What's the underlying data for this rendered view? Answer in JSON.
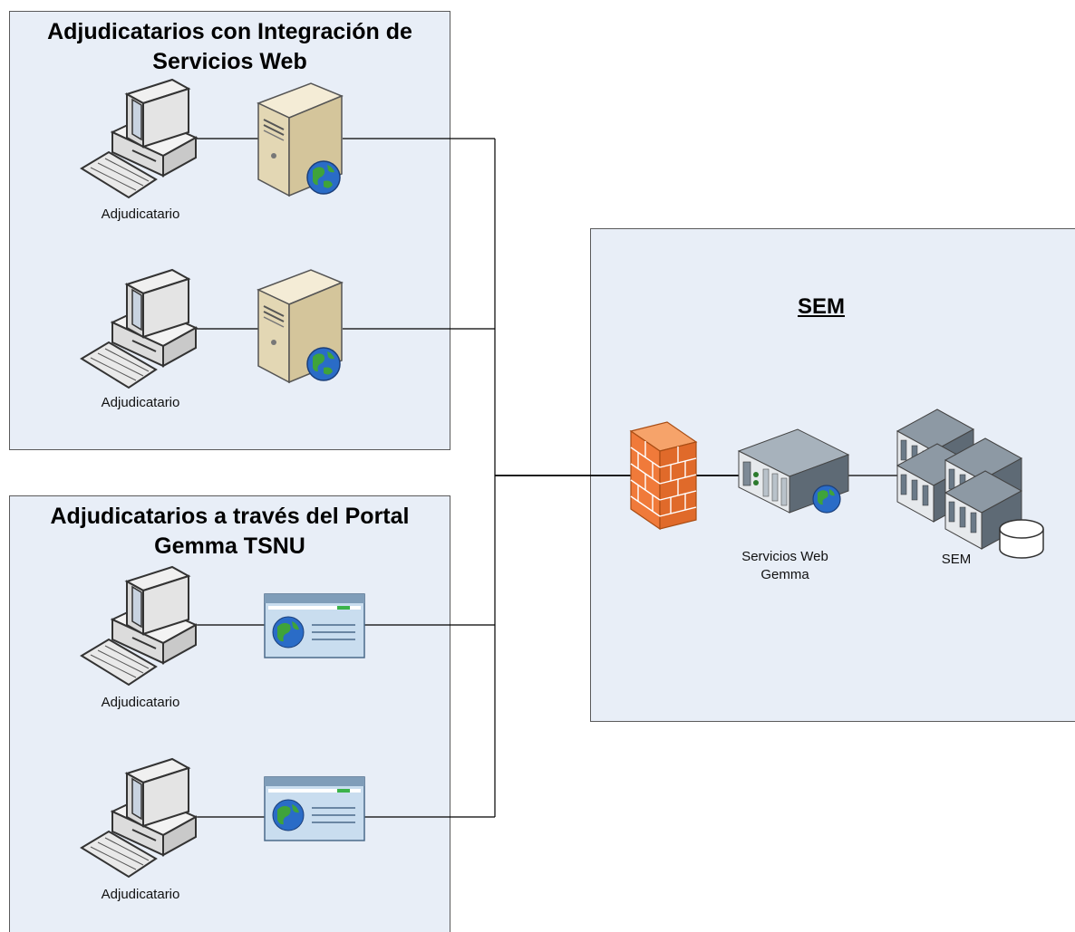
{
  "groups": {
    "web_services": {
      "title": "Adjudicatarios con Integración de Servicios Web"
    },
    "portal": {
      "title": "Adjudicatarios a través del Portal Gemma TSNU"
    },
    "sem": {
      "title": "SEM"
    }
  },
  "labels": {
    "client_1": "Adjudicatario",
    "client_2": "Adjudicatario",
    "client_3": "Adjudicatario",
    "client_4": "Adjudicatario",
    "web_services_gemma": "Servicios Web Gemma",
    "sem_servers": "SEM"
  },
  "icons": {
    "workstation": "workstation-icon",
    "web_server": "web-server-icon",
    "web_page": "web-page-icon",
    "firewall": "firewall-icon",
    "rack_server": "rack-server-icon",
    "server_cluster": "server-cluster-icon",
    "database": "database-icon"
  },
  "colors": {
    "group_fill": "#e8eef7",
    "border": "#5a5a5a",
    "line": "#000000",
    "firewall": "#f07a3a"
  }
}
